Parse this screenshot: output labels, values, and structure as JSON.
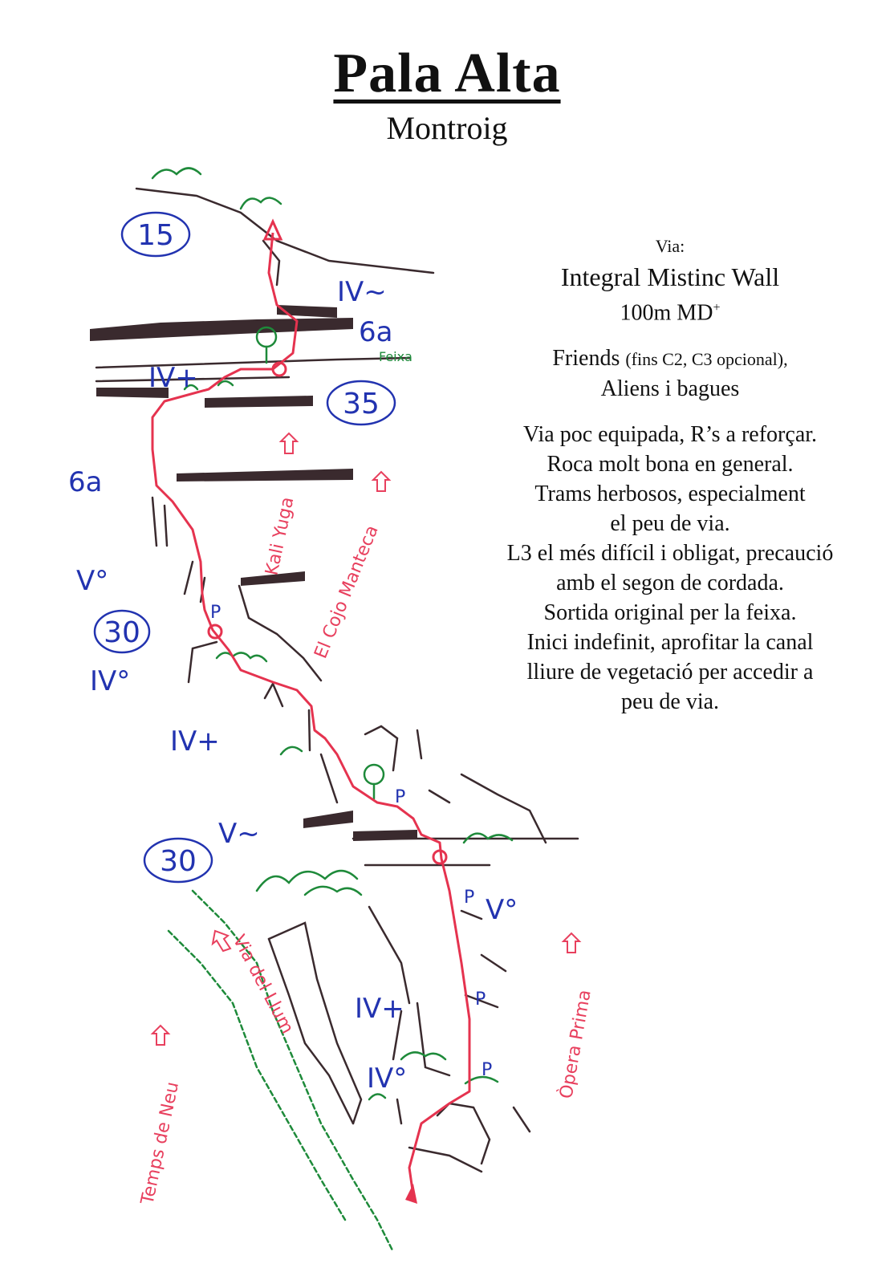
{
  "header": {
    "title": "Pala Alta",
    "subtitle": "Montroig"
  },
  "info": {
    "via_label": "Via:",
    "route_name": "Integral Mistinc Wall",
    "length_grade": "100m MD",
    "grade_suffix": "+",
    "gear_main": "Friends",
    "gear_note": "(fins C2, C3 opcional),",
    "gear_line2": "Aliens i bagues",
    "notes": [
      "Via poc equipada, R’s a reforçar.",
      "Roca molt bona en general.",
      "Trams herbosos, especialment",
      "el peu de via.",
      "L3 el més difícil i obligat, precaució",
      "amb el segon de cordada.",
      "Sortida original per la feixa.",
      "Inici indefinit, aprofitar la canal",
      "lliure de vegetació per accedir a",
      "peu de via."
    ]
  },
  "topo": {
    "pitch_lengths": [
      "15",
      "35",
      "30",
      "30"
    ],
    "grades": {
      "g1": "IV~",
      "g2": "6a",
      "g3": "IV+",
      "g4": "6a",
      "g5": "V°",
      "g6": "IV°",
      "g7": "IV+",
      "g8": "V~",
      "g9": "V°",
      "g10": "IV+",
      "g11": "IV°"
    },
    "feixa_label": "Feixa",
    "neighbor_routes": [
      "Kali Yuga",
      "El Cojo Manteca",
      "Via del Llum",
      "Temps de Neu",
      "Òpera Prima"
    ],
    "piton_symbol": "P",
    "colors": {
      "route": "#e5334f",
      "grade_blue": "#2233b0",
      "rock": "#3a2a2e",
      "vegetation": "#1e8a3a",
      "neighbor": "#e8405e"
    }
  }
}
